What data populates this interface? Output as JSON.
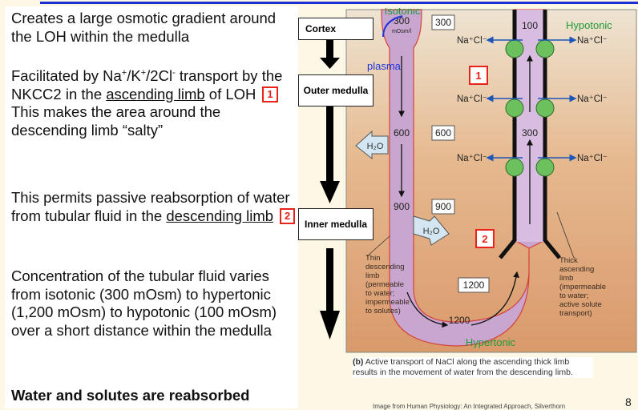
{
  "slide": {
    "page_number": "8",
    "source_text": "Image from Human Physiology: An Integrated Approach, Silverthorn",
    "accent_color": "#1f2fd8"
  },
  "left_text": {
    "p1": "Creates a large osmotic gradient around the LOH within the medulla",
    "p2_a": "Facilitated by Na",
    "p2_sup1": "+",
    "p2_b": "/K",
    "p2_sup2": "+",
    "p2_c": "/2Cl",
    "p2_sup3": "-",
    "p2_d": " transport by the NKCC2 in the ",
    "p2_link": "ascending limb",
    "p2_e": " of LOH",
    "p2_badge": "1",
    "p2_f": "This makes the area around the descending limb “salty”",
    "p3_a": "This permits passive reabsorption of water from tubular fluid in the ",
    "p3_link": "descending limb",
    "p3_badge": "2",
    "p4": "Concentration of the tubular fluid varies from isotonic (300 mOsm) to hypertonic (1,200 mOsm) to hypotonic (100 mOsm) over a short distance within the medulla",
    "p5": "Water and solutes are reabsorbed"
  },
  "zones": [
    "Cortex",
    "Outer medulla",
    "Inner medulla"
  ],
  "diagram": {
    "handwritten": {
      "isotonic": "Isotonic",
      "hypotonic": "Hypotonic",
      "plasma": "plasma",
      "hypertonic": "Hypertonic"
    },
    "desc_values": [
      "300",
      "600",
      "900"
    ],
    "desc_unit": "mOsm/l",
    "interstitial_values": [
      "300",
      "600",
      "900",
      "1200"
    ],
    "ascending_values": [
      "100",
      "300"
    ],
    "bottom_value": "1200",
    "ion_label": "Na⁺Cl⁻",
    "water_label": "H₂O",
    "badge1": "1",
    "badge2": "2",
    "thin_label": [
      "Thin",
      "descending",
      "limb",
      "(permeable",
      "to water;",
      "impermeable",
      "to solutes)"
    ],
    "thick_label": [
      "Thick",
      "ascending",
      "limb",
      "(impermeable",
      "to water;",
      "active solute",
      "transport)"
    ]
  },
  "caption": {
    "prefix": "(b)",
    "text": " Active transport of NaCl along the ascending thick limb results in the movement of water from the descending limb."
  }
}
